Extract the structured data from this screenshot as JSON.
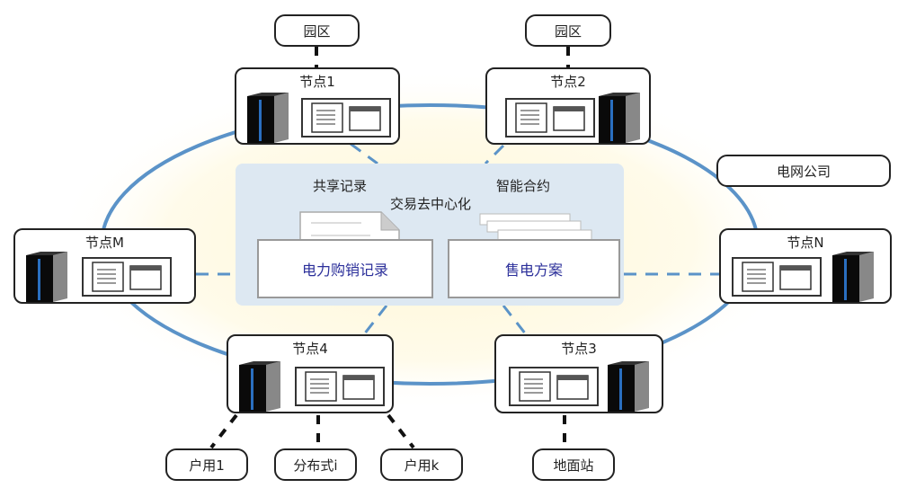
{
  "colors": {
    "ring": "#5b93c8",
    "panel": "#dde8f2",
    "panel_text_accent": "#2b2f9a",
    "glow": "#fffbe6"
  },
  "top_labels": {
    "park_left": "园区",
    "park_right": "园区",
    "grid_company": "电网公司"
  },
  "bottom_labels": {
    "household_1": "户用1",
    "distributed_i": "分布式i",
    "household_k": "户用k",
    "ground_station": "地面站"
  },
  "nodes": {
    "node1": "节点1",
    "node2": "节点2",
    "nodeM": "节点M",
    "nodeN": "节点N",
    "node4": "节点4",
    "node3": "节点3"
  },
  "center": {
    "shared_records": "共享记录",
    "smart_contract": "智能合约",
    "decentralized": "交易去中心化",
    "power_trade_records": "电力购销记录",
    "sales_plan": "售电方案"
  },
  "icons": {
    "server": "server-icon",
    "ledger": "ledger-icon",
    "document": "document-icon",
    "contract_stack": "contract-stack-icon"
  }
}
